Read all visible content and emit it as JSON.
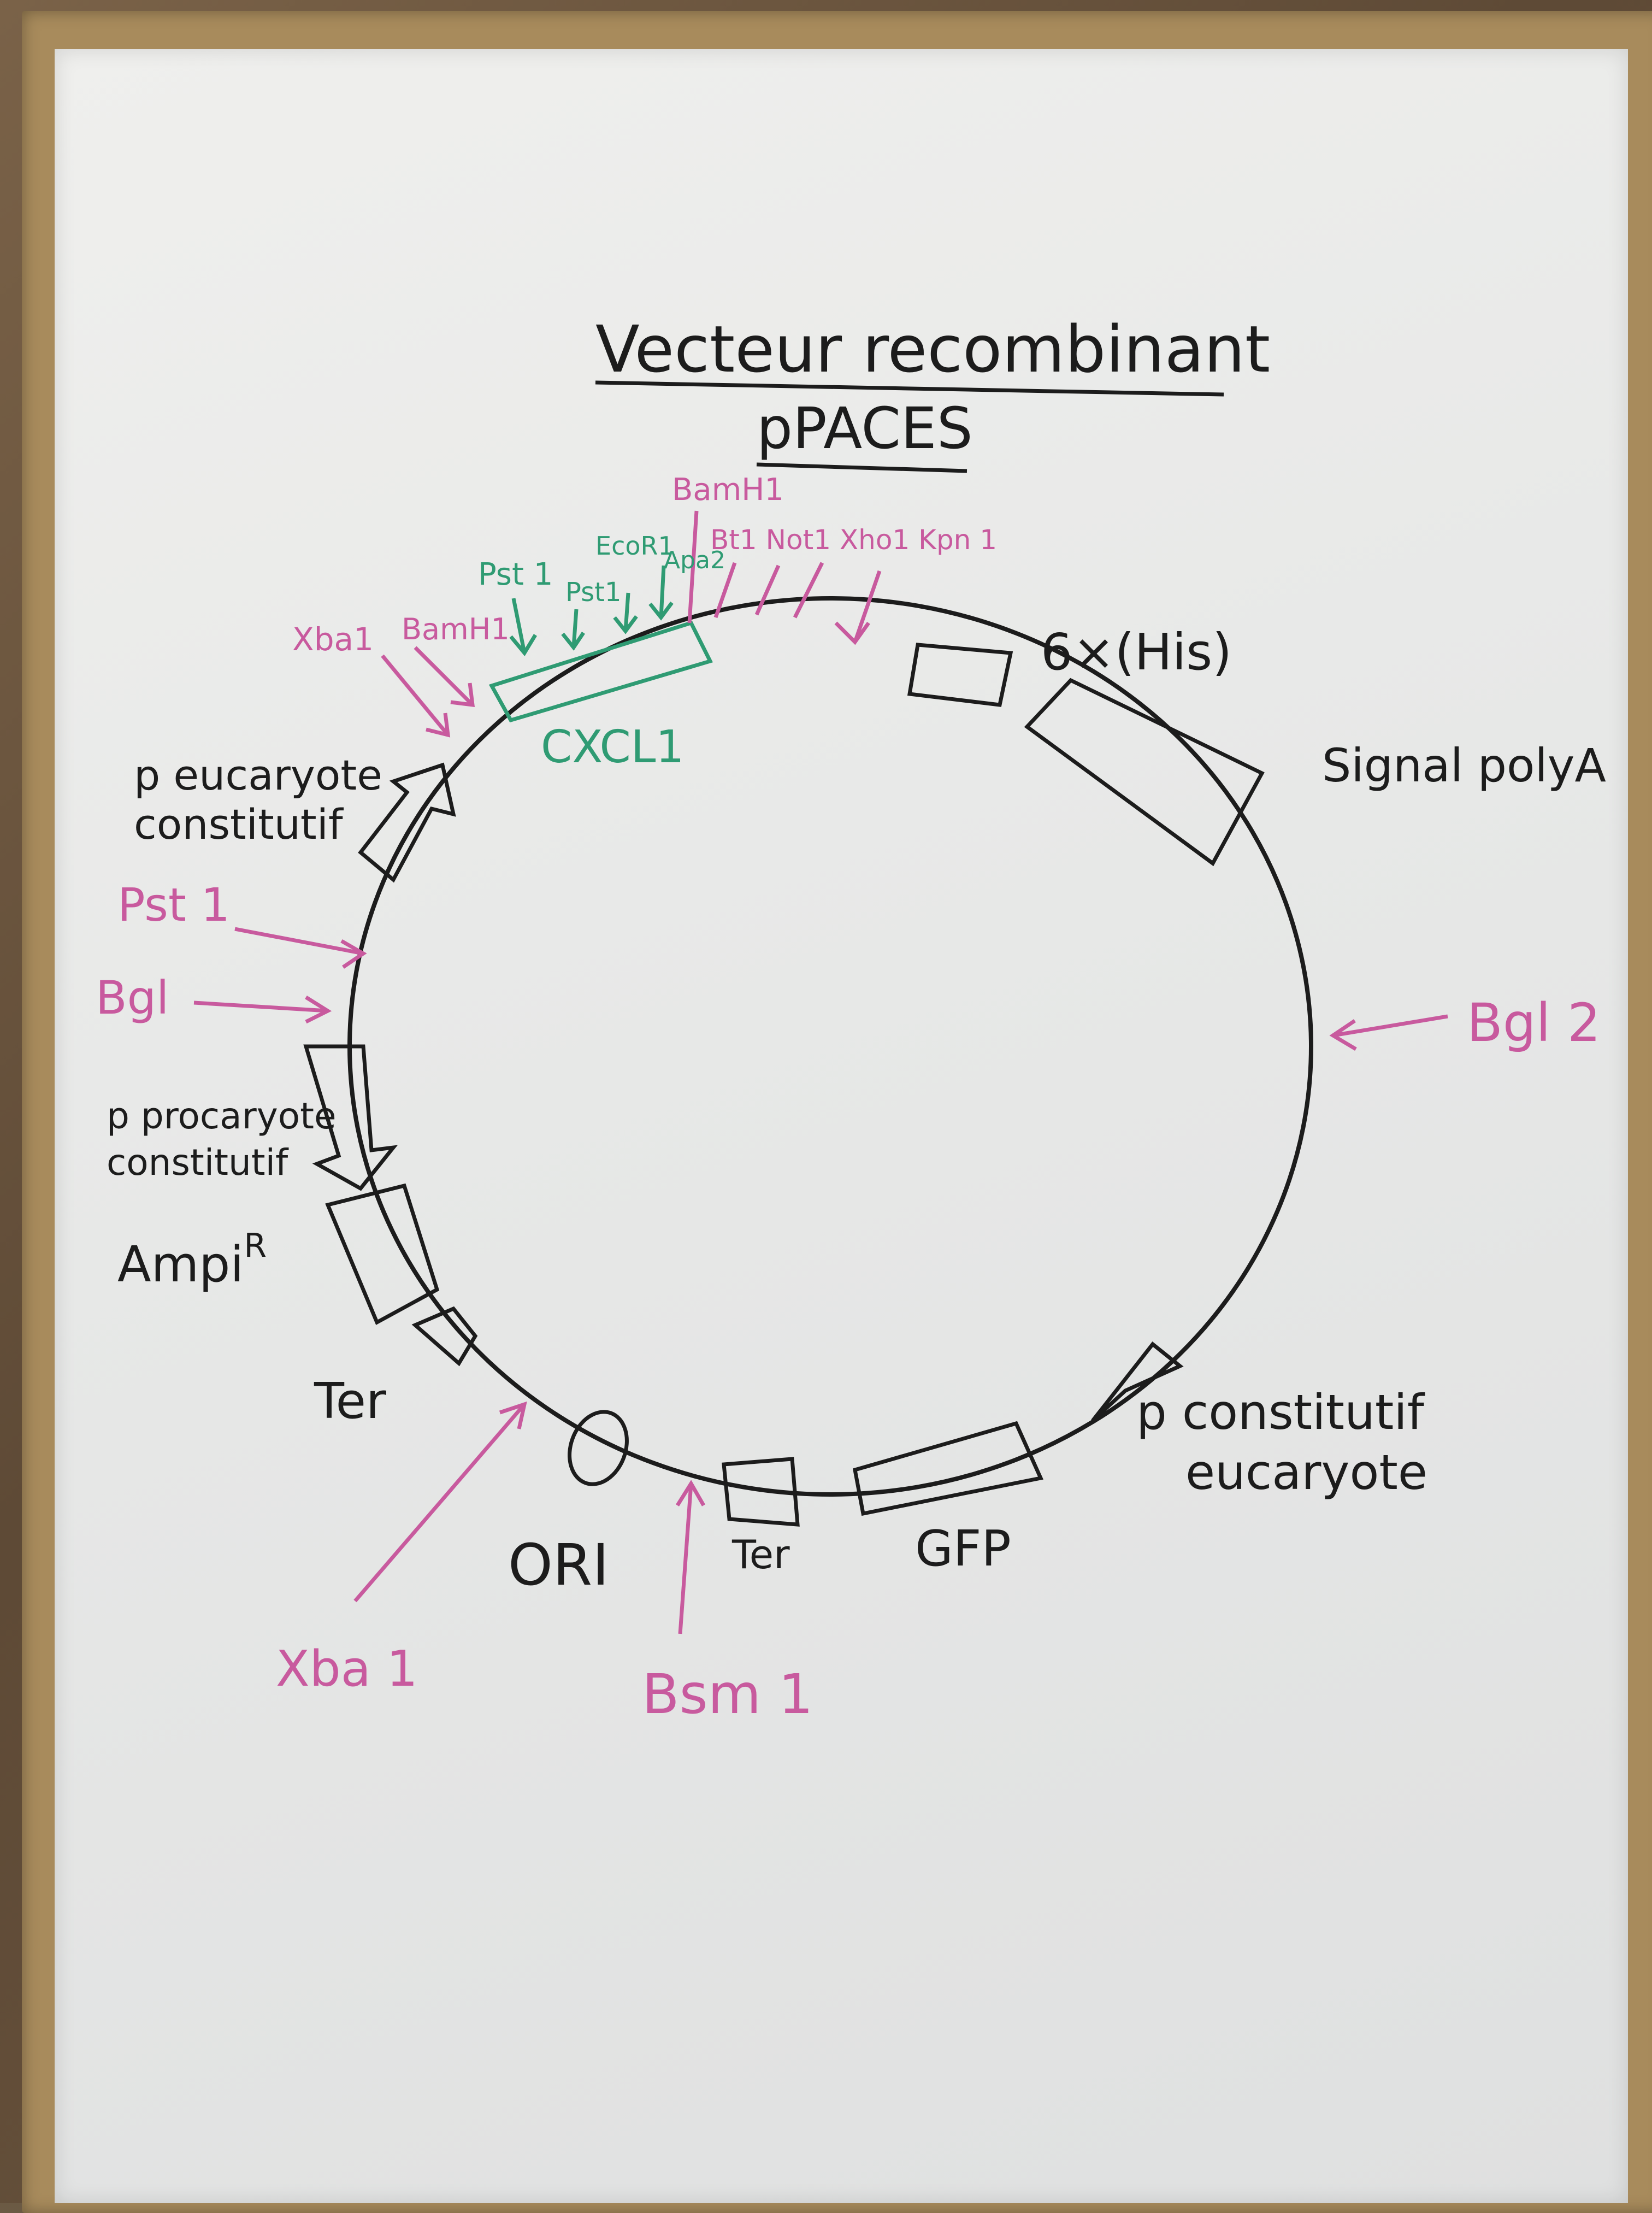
{
  "title": {
    "line1": "Vecteur recombinant",
    "line2": "pPACES"
  },
  "colors": {
    "black_marker": "#1c1c1c",
    "pink_marker": "#c85a9e",
    "green_marker": "#2f9b73",
    "board": "#e9eae9",
    "frame": "#a88b5c"
  },
  "elements": {
    "cxcl1": "CXCL1",
    "his_tag": "6×(His)",
    "polyA": "Signal polyA",
    "p_euc_const_top": [
      "p eucaryote",
      "constitutif"
    ],
    "p_prok_const": [
      "p procaryote",
      "constitutif"
    ],
    "ampR": "Ampi",
    "ampR_sup": "R",
    "ter_left": "Ter",
    "ori": "ORI",
    "ter_bottom": "Ter",
    "gfp": "GFP",
    "p_const_euc_right": [
      "p constitutif",
      "eucaryote"
    ]
  },
  "restriction_sites": {
    "pink_outer": {
      "pst1_left": "Pst 1",
      "bgl_left": "Bgl",
      "bgl2_right": "Bgl 2",
      "xba1_bottom": "Xba 1",
      "bsm1_bottom": "Bsm 1",
      "xba1_top": "Xba1",
      "bamh1_top": "BamH1",
      "bamh1_mcs": "BamH1",
      "mcs_right": "Bt1 Not1 Xho1 Kpn 1"
    },
    "green_mcs": {
      "pst1": "Pst 1",
      "pst1_b": "Pst1",
      "ecor1": "EcoR1",
      "apa2": "Apa2"
    }
  }
}
